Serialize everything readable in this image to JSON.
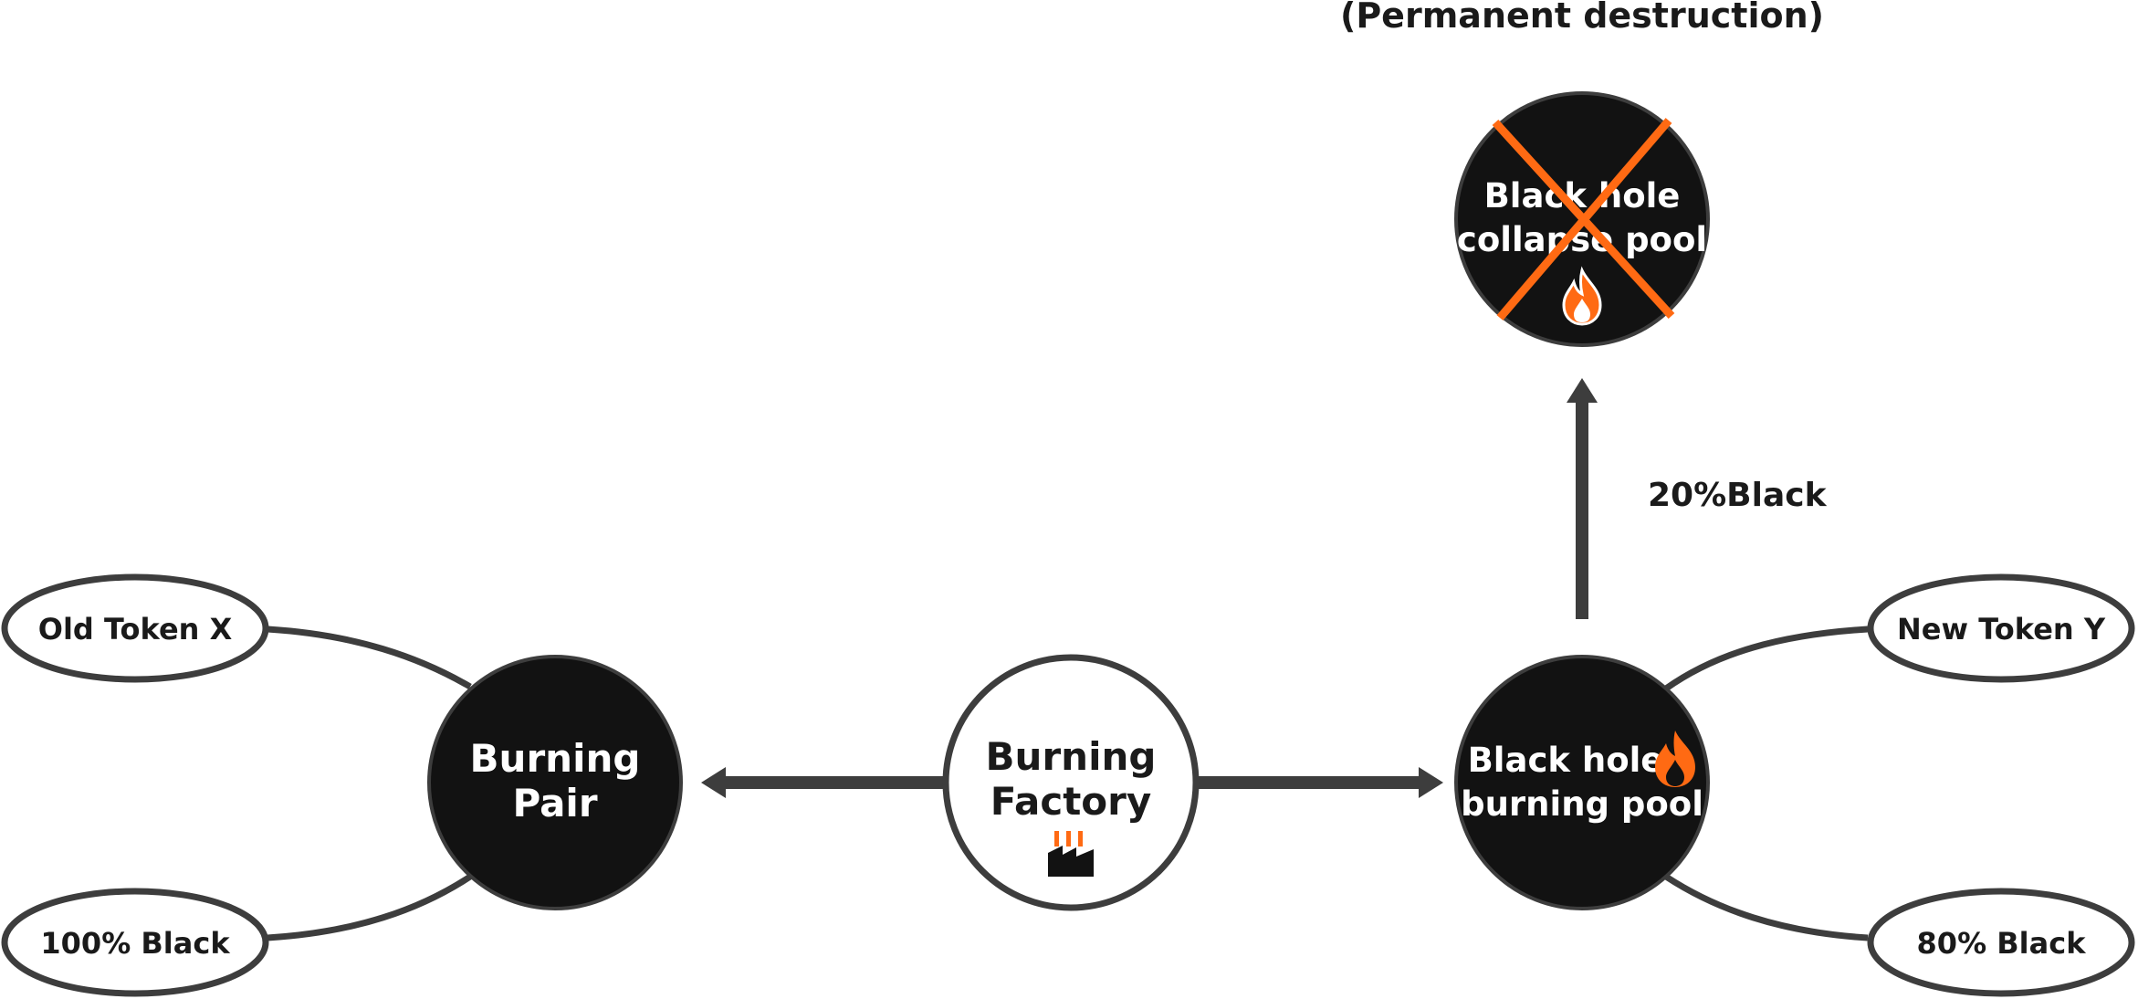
{
  "header": {
    "caption": "(Permanent destruction)"
  },
  "nodes": {
    "factory": {
      "line1": "Burning",
      "line2": "Factory"
    },
    "pair": {
      "line1": "Burning",
      "line2": "Pair"
    },
    "burning_pool": {
      "line1": "Black hole",
      "line2": "burning pool"
    },
    "collapse_pool": {
      "line1": "Black hole",
      "line2": "collapse pool"
    }
  },
  "leaves": {
    "old_token": "Old Token X",
    "hundred_black": "100% Black",
    "new_token": "New Token Y",
    "eighty_black": "80% Black"
  },
  "edges": {
    "to_collapse": "20%Black"
  },
  "icons": {
    "factory": "factory-icon",
    "fire": "fire-icon",
    "cross": "cross-icon"
  },
  "colors": {
    "dark": "#121212",
    "stroke": "#3d3d3d",
    "accent": "#ff6a13",
    "light": "#ffffff"
  }
}
